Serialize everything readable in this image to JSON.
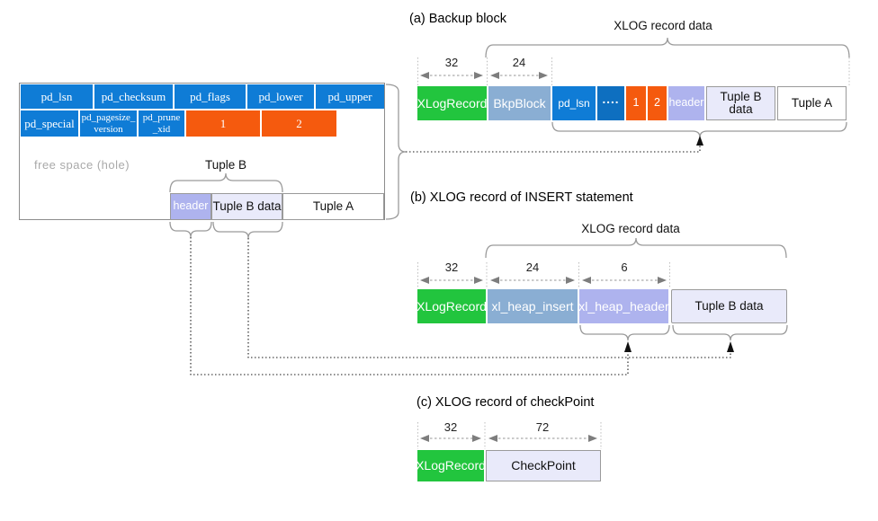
{
  "page": {
    "row1": [
      "pd_lsn",
      "pd_checksum",
      "pd_flags",
      "pd_lower",
      "pd_upper"
    ],
    "row2_special": "pd_special",
    "row2_pagesize": {
      "line1": "pd_pagesize_",
      "line2": "version"
    },
    "row2_prune": {
      "line1": "pd_prune",
      "line2": "_xid"
    },
    "row2_item1": "1",
    "row2_item2": "2",
    "free_space": "free space (hole)",
    "tuple_b": "Tuple B",
    "bottom": [
      "header",
      "Tuple B data",
      "Tuple A"
    ]
  },
  "section_a": {
    "title": "(a) Backup block",
    "data_label": "XLOG record data",
    "sizes": [
      "32",
      "24"
    ],
    "cells": [
      "XLogRecord",
      "BkpBlock",
      "pd_lsn",
      "....",
      "1",
      "2",
      "header",
      "Tuple B data",
      "Tuple A"
    ]
  },
  "section_b": {
    "title": "(b) XLOG record of INSERT statement",
    "data_label": "XLOG record data",
    "sizes": [
      "32",
      "24",
      "6"
    ],
    "cells": [
      "XLogRecord",
      "xl_heap_insert",
      "xl_heap_header",
      "Tuple B data"
    ]
  },
  "section_c": {
    "title": "(c) XLOG record of checkPoint",
    "sizes": [
      "32",
      "72"
    ],
    "cells": [
      "XLogRecord",
      "CheckPoint"
    ]
  },
  "colors": {
    "page_blue": "#0f7cd6",
    "green": "#22c53e",
    "steel_blue": "#8aaed3",
    "orange": "#f55a0e",
    "lavender": "#aeb3ee",
    "light_lavender": "#e9eafa"
  }
}
